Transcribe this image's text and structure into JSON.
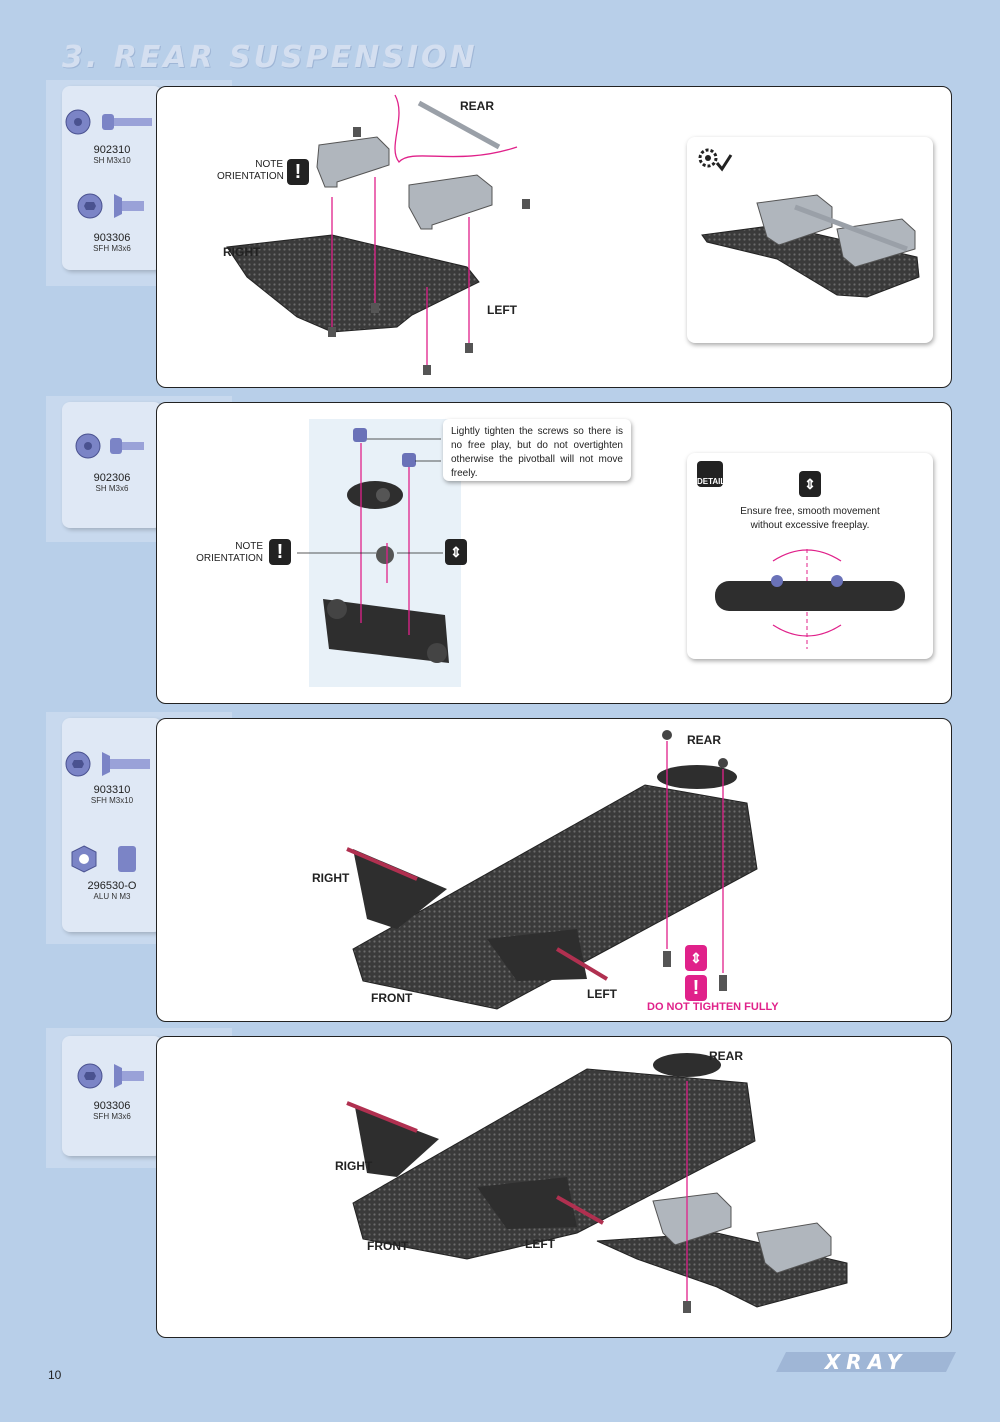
{
  "page": {
    "title": "3. REAR SUSPENSION",
    "page_number": "10",
    "logo_text": "XRAY"
  },
  "step1": {
    "parts": [
      {
        "code": "902310",
        "desc": "SH M3x10"
      },
      {
        "code": "903306",
        "desc": "SFH M3x6"
      }
    ],
    "label_rear": "REAR",
    "label_right": "RIGHT",
    "label_left": "LEFT",
    "note": "NOTE\nORIENTATION",
    "note_line1": "NOTE",
    "note_line2": "ORIENTATION"
  },
  "step2": {
    "parts": [
      {
        "code": "902306",
        "desc": "SH M3x6"
      }
    ],
    "callout": "Lightly tighten the screws so there is no free play, but do not overtighten otherwise the pivotball will not move freely.",
    "note_line1": "NOTE",
    "note_line2": "ORIENTATION",
    "detail_label": "DETAIL",
    "detail_text_line1": "Ensure free, smooth movement",
    "detail_text_line2": "without excessive freeplay."
  },
  "step3": {
    "parts": [
      {
        "code": "903310",
        "desc": "SFH M3x10"
      },
      {
        "code": "296530-O",
        "desc": "ALU N M3"
      }
    ],
    "label_rear": "REAR",
    "label_right": "RIGHT",
    "label_front": "FRONT",
    "label_left": "LEFT",
    "warning": "DO NOT TIGHTEN FULLY"
  },
  "step4": {
    "parts": [
      {
        "code": "903306",
        "desc": "SFH M3x6"
      }
    ],
    "label_rear": "REAR",
    "label_right": "RIGHT",
    "label_front": "FRONT",
    "label_left": "LEFT"
  },
  "colors": {
    "background": "#b8cfe9",
    "accent_pink": "#e0218a",
    "part_blue": "#8088c8"
  }
}
